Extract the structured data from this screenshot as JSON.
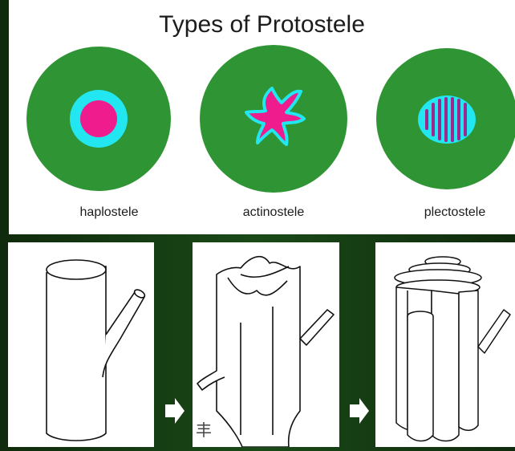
{
  "title": "Types of Protostele",
  "steles": [
    {
      "label": "haplostele"
    },
    {
      "label": "actinostele"
    },
    {
      "label": "plectostele"
    }
  ],
  "colors": {
    "cortex": "#2f9433",
    "phloem": "#22e6f0",
    "xylem": "#ee1c8c",
    "background": "#1a4a18"
  },
  "icons": [
    "arrow-right-icon"
  ],
  "stray_mark": "丰"
}
